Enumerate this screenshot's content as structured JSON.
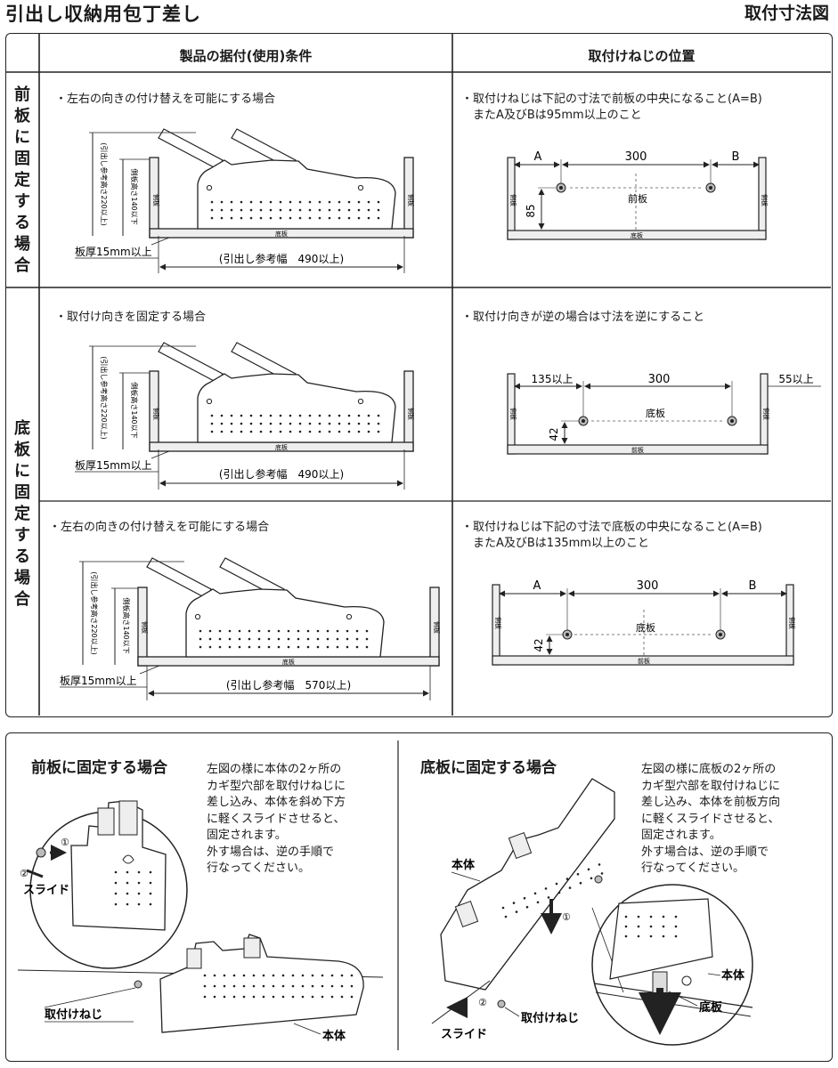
{
  "header": {
    "title": "引出し収納用包丁差し",
    "right_title": "取付寸法図"
  },
  "table": {
    "col1_header": "製品の据付(使用)条件",
    "col2_header": "取付けねじの位置",
    "row1_label": [
      "前",
      "板",
      "に",
      "固",
      "定",
      "す",
      "る",
      "場",
      "合"
    ],
    "row2_label": [
      "底",
      "板",
      "に",
      "固",
      "定",
      "す",
      "る",
      "場",
      "合"
    ],
    "r1_left_note": "・左右の向きの付け替えを可能にする場合",
    "r1_right_note": "・取付けねじは下記の寸法で前板の中央になること(A=B)\n　またA及びBは95mm以上のこと",
    "r2_left_note": "・取付け向きを固定する場合",
    "r2_right_note": "・取付け向きが逆の場合は寸法を逆にすること",
    "r3_left_note": "・左右の向きの付け替えを可能にする場合",
    "r3_right_note": "・取付けねじは下記の寸法で底板の中央になること(A=B)\n　またA及びBは135mm以上のこと"
  },
  "drawings": {
    "side_label": "側板",
    "bottom_label": "底板",
    "front_label": "前板",
    "ref_height": "(引出し参考高さ220以上)",
    "side_height": "側板高さ140以下",
    "thickness": "板厚15mm以上",
    "width_490": "(引出し参考幅　490以上)",
    "width_570": "(引出し参考幅　570以上)",
    "dim_A": "A",
    "dim_B": "B",
    "dim_300": "300",
    "dim_85": "85",
    "dim_42": "42",
    "dim_135": "135以上",
    "dim_55": "55以上"
  },
  "bottom": {
    "left_title": "前板に固定する場合",
    "left_text": "左図の様に本体の2ヶ所の\nカギ型穴部を取付けねじに\n差し込み、本体を斜め下方\nに軽くスライドさせると、\n固定されます。\n外す場合は、逆の手順で\n行なってください。",
    "right_title": "底板に固定する場合",
    "right_text": "左図の様に底板の2ヶ所の\nカギ型穴部を取付けねじに\n差し込み、本体を前板方向\nに軽くスライドさせると、\n固定されます。\n外す場合は、逆の手順で\n行なってください。",
    "slide": "スライド",
    "screw": "取付けねじ",
    "body": "本体",
    "bottom_board": "底板",
    "step1": "①",
    "step2": "②"
  }
}
